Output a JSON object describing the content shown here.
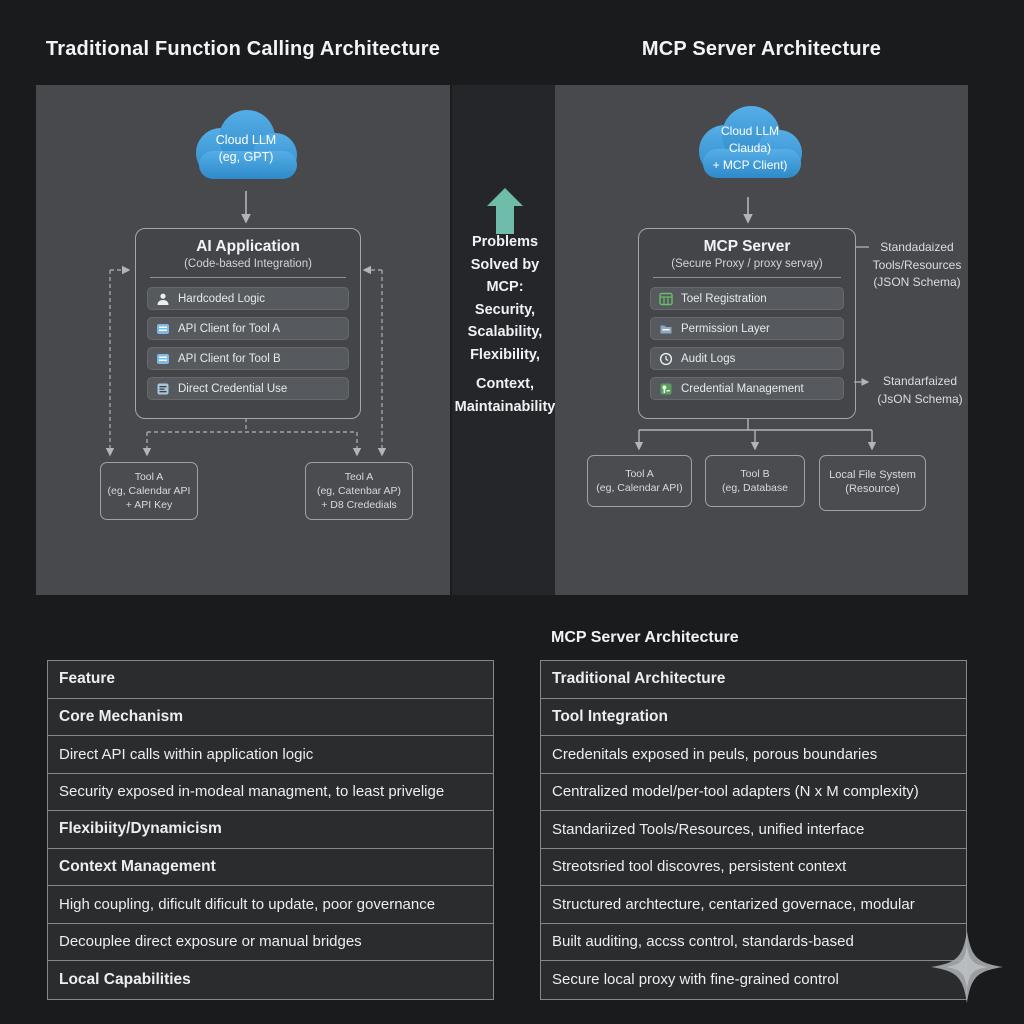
{
  "titles": {
    "left": "Traditional Function Calling Architecture",
    "right": "MCP Server Architecture"
  },
  "middle": {
    "arrow_icon": "up-arrow-icon",
    "lines_top": [
      "Problems",
      "Solved by",
      "MCP:",
      "Security,",
      "Scalability,",
      "Flexibility,"
    ],
    "lines_bottom": [
      "Context,",
      "Maintainability"
    ]
  },
  "left_diagram": {
    "cloud": {
      "line1": "Cloud LLM",
      "line2": "(eg, GPT)"
    },
    "app_box": {
      "title": "AI Application",
      "subtitle": "(Code-based Integration)",
      "items": [
        {
          "icon": "person-icon",
          "label": "Hardcoded Logic"
        },
        {
          "icon": "api-client-icon",
          "label": "API Client for Tool A"
        },
        {
          "icon": "api-client-icon",
          "label": "API Client for Tool B"
        },
        {
          "icon": "credential-icon",
          "label": "Direct Credential Use"
        }
      ]
    },
    "tools": [
      {
        "lines": [
          "Tool A",
          "(eg, Calendar API",
          "+ API Key"
        ]
      },
      {
        "lines": [
          "Teol A",
          "(eg, Catenbar AP)",
          "+ D8 Crededials"
        ]
      }
    ]
  },
  "right_diagram": {
    "cloud": {
      "line1": "Cloud LLM",
      "line2": "Clauda)",
      "line3": "+ MCP Client)"
    },
    "server_box": {
      "title": "MCP Server",
      "subtitle": "(Secure Proxy / proxy servay)",
      "items": [
        {
          "icon": "tool-registration-icon",
          "label": "Toel Registration"
        },
        {
          "icon": "permission-layer-icon",
          "label": "Permission Layer"
        },
        {
          "icon": "audit-logs-icon",
          "label": "Audit Logs"
        },
        {
          "icon": "credential-management-icon",
          "label": "Credential Management"
        }
      ]
    },
    "label_top": {
      "line1": "Standadaized",
      "line2": "Tools/Resources",
      "line3": "(JSON Schema)"
    },
    "label_bottom": {
      "line1": "Standarfaized",
      "line2": "(JsON Schema)"
    },
    "tools": [
      {
        "lines": [
          "Tool A",
          "(eg, Calendar API)"
        ]
      },
      {
        "lines": [
          "Tool B",
          "(eg, Database"
        ]
      },
      {
        "lines": [
          "Local File System",
          "(Resource)"
        ]
      }
    ]
  },
  "bottom": {
    "right_table_title": "MCP Server Architecture",
    "left_table": {
      "rows": [
        "Feature",
        "Core Mechanism",
        "Direct API calls within application logic",
        "Security exposed in-modeal managment, to least privelige",
        "Flexibiity/Dynamicism",
        "Context Management",
        "High coupling, dificult dificult to update, poor governance",
        "Decouplee direct exposure or manual bridges",
        "Local Capabilities"
      ]
    },
    "right_table": {
      "rows": [
        "Traditional Architecture",
        "Tool Integration",
        "Credenitals exposed in peuls, porous boundaries",
        "Centralized model/per-tool adapters (N x M complexity)",
        "Standariized Tools/Resources, unified interface",
        "Streotsried tool discovres, persistent context",
        "Structured archtecture, centarized governace, modular",
        "Built auditing, accss control, standards-based",
        "Secure local proxy with fine-grained control"
      ]
    }
  },
  "colors": {
    "accent_teal": "#6fbcab",
    "cloud_blue": "#3f9bd8",
    "panel_gray": "#47494d",
    "table_border": "#85888b",
    "page_bg": "#1a1b1d"
  }
}
